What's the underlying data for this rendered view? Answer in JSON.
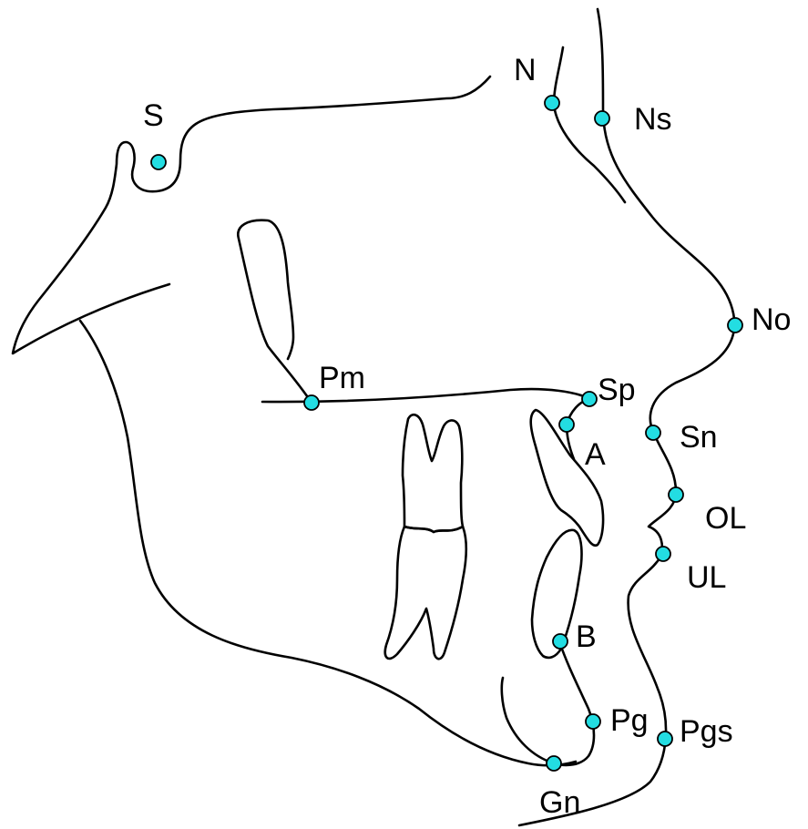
{
  "colors": {
    "line": "#000000",
    "landmark_fill": "#23dde2",
    "background": "#ffffff"
  },
  "landmarks": {
    "S": "S",
    "N": "N",
    "Ns": "Ns",
    "No": "No",
    "Pm": "Pm",
    "Sp": "Sp",
    "A": "A",
    "Sn": "Sn",
    "OL": "OL",
    "UL": "UL",
    "B": "B",
    "Pg": "Pg",
    "Pgs": "Pgs",
    "Gn": "Gn"
  }
}
